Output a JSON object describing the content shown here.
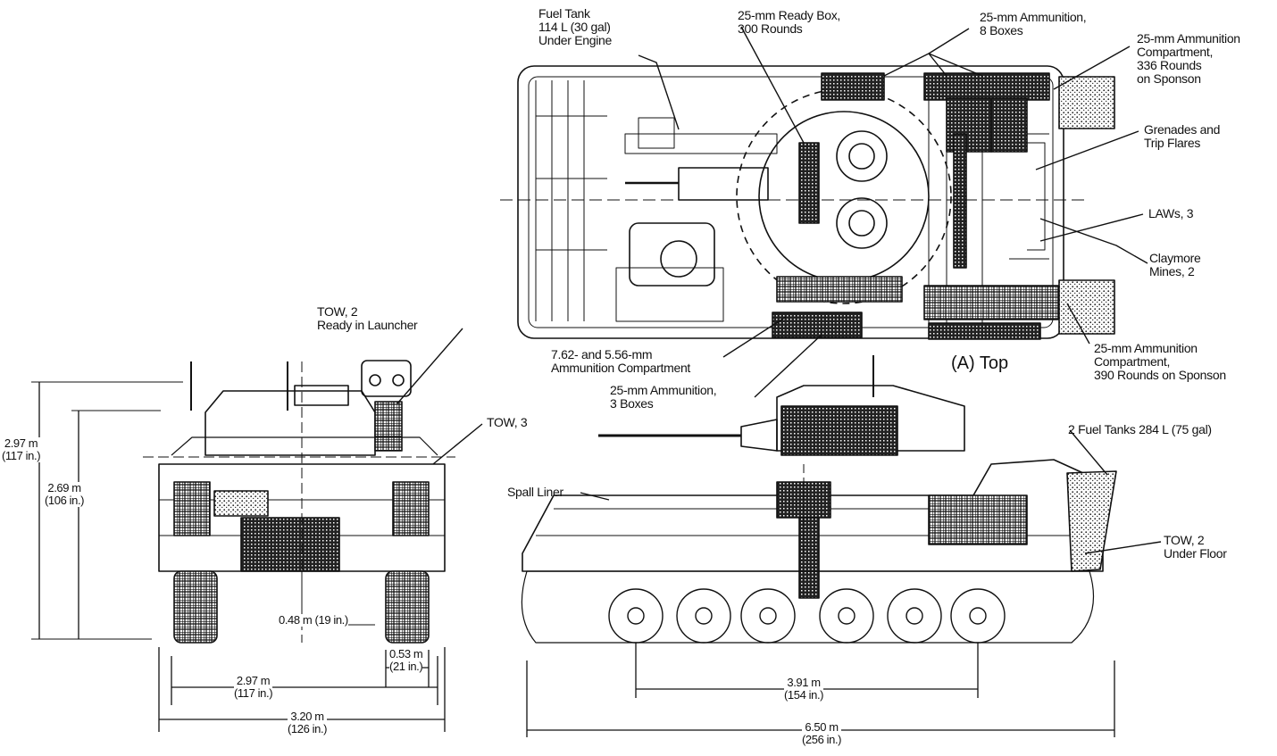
{
  "views": {
    "top_title": "(A) Top"
  },
  "labels": {
    "fuel_tank": [
      "Fuel Tank",
      "114 L (30 gal)",
      "Under Engine"
    ],
    "ready_box": [
      "25-mm Ready Box,",
      "300 Rounds"
    ],
    "ammo_8": [
      "25-mm Ammunition,",
      "8 Boxes"
    ],
    "ammo_336": [
      "25-mm Ammunition",
      "Compartment,",
      "336 Rounds",
      "on Sponson"
    ],
    "grenades": [
      "Grenades and",
      "Trip Flares"
    ],
    "laws": [
      "LAWs, 3"
    ],
    "claymore": [
      "Claymore",
      "Mines, 2"
    ],
    "ammo_390": [
      "25-mm Ammunition",
      "Compartment,",
      "390 Rounds on Sponson"
    ],
    "small_arms": [
      "7.62- and 5.56-mm",
      "Ammunition Compartment"
    ],
    "ammo_3": [
      "25-mm Ammunition,",
      "3 Boxes"
    ],
    "tow_launcher": [
      "TOW, 2",
      "Ready in Launcher"
    ],
    "tow_3": [
      "TOW, 3"
    ],
    "fuel_tanks_2": [
      "2 Fuel Tanks 284 L (75 gal)"
    ],
    "spall_liner": [
      "Spall Liner"
    ],
    "tow_floor": [
      "TOW, 2",
      "Under Floor"
    ]
  },
  "dimensions": {
    "height_total": [
      "2.97 m",
      "(117 in.)"
    ],
    "height_hull": [
      "2.69 m",
      "(106 in.)"
    ],
    "ground_clearance": [
      "0.48 m (19 in.)"
    ],
    "track_width": [
      "0.53 m",
      "(21 in.)"
    ],
    "track_span": [
      "2.97 m",
      "(117 in.)"
    ],
    "overall_width": [
      "3.20 m",
      "(126 in.)"
    ],
    "wheelbase": [
      "3.91 m",
      "(154 in.)"
    ],
    "overall_length": [
      "6.50 m",
      "(256 in.)"
    ]
  }
}
